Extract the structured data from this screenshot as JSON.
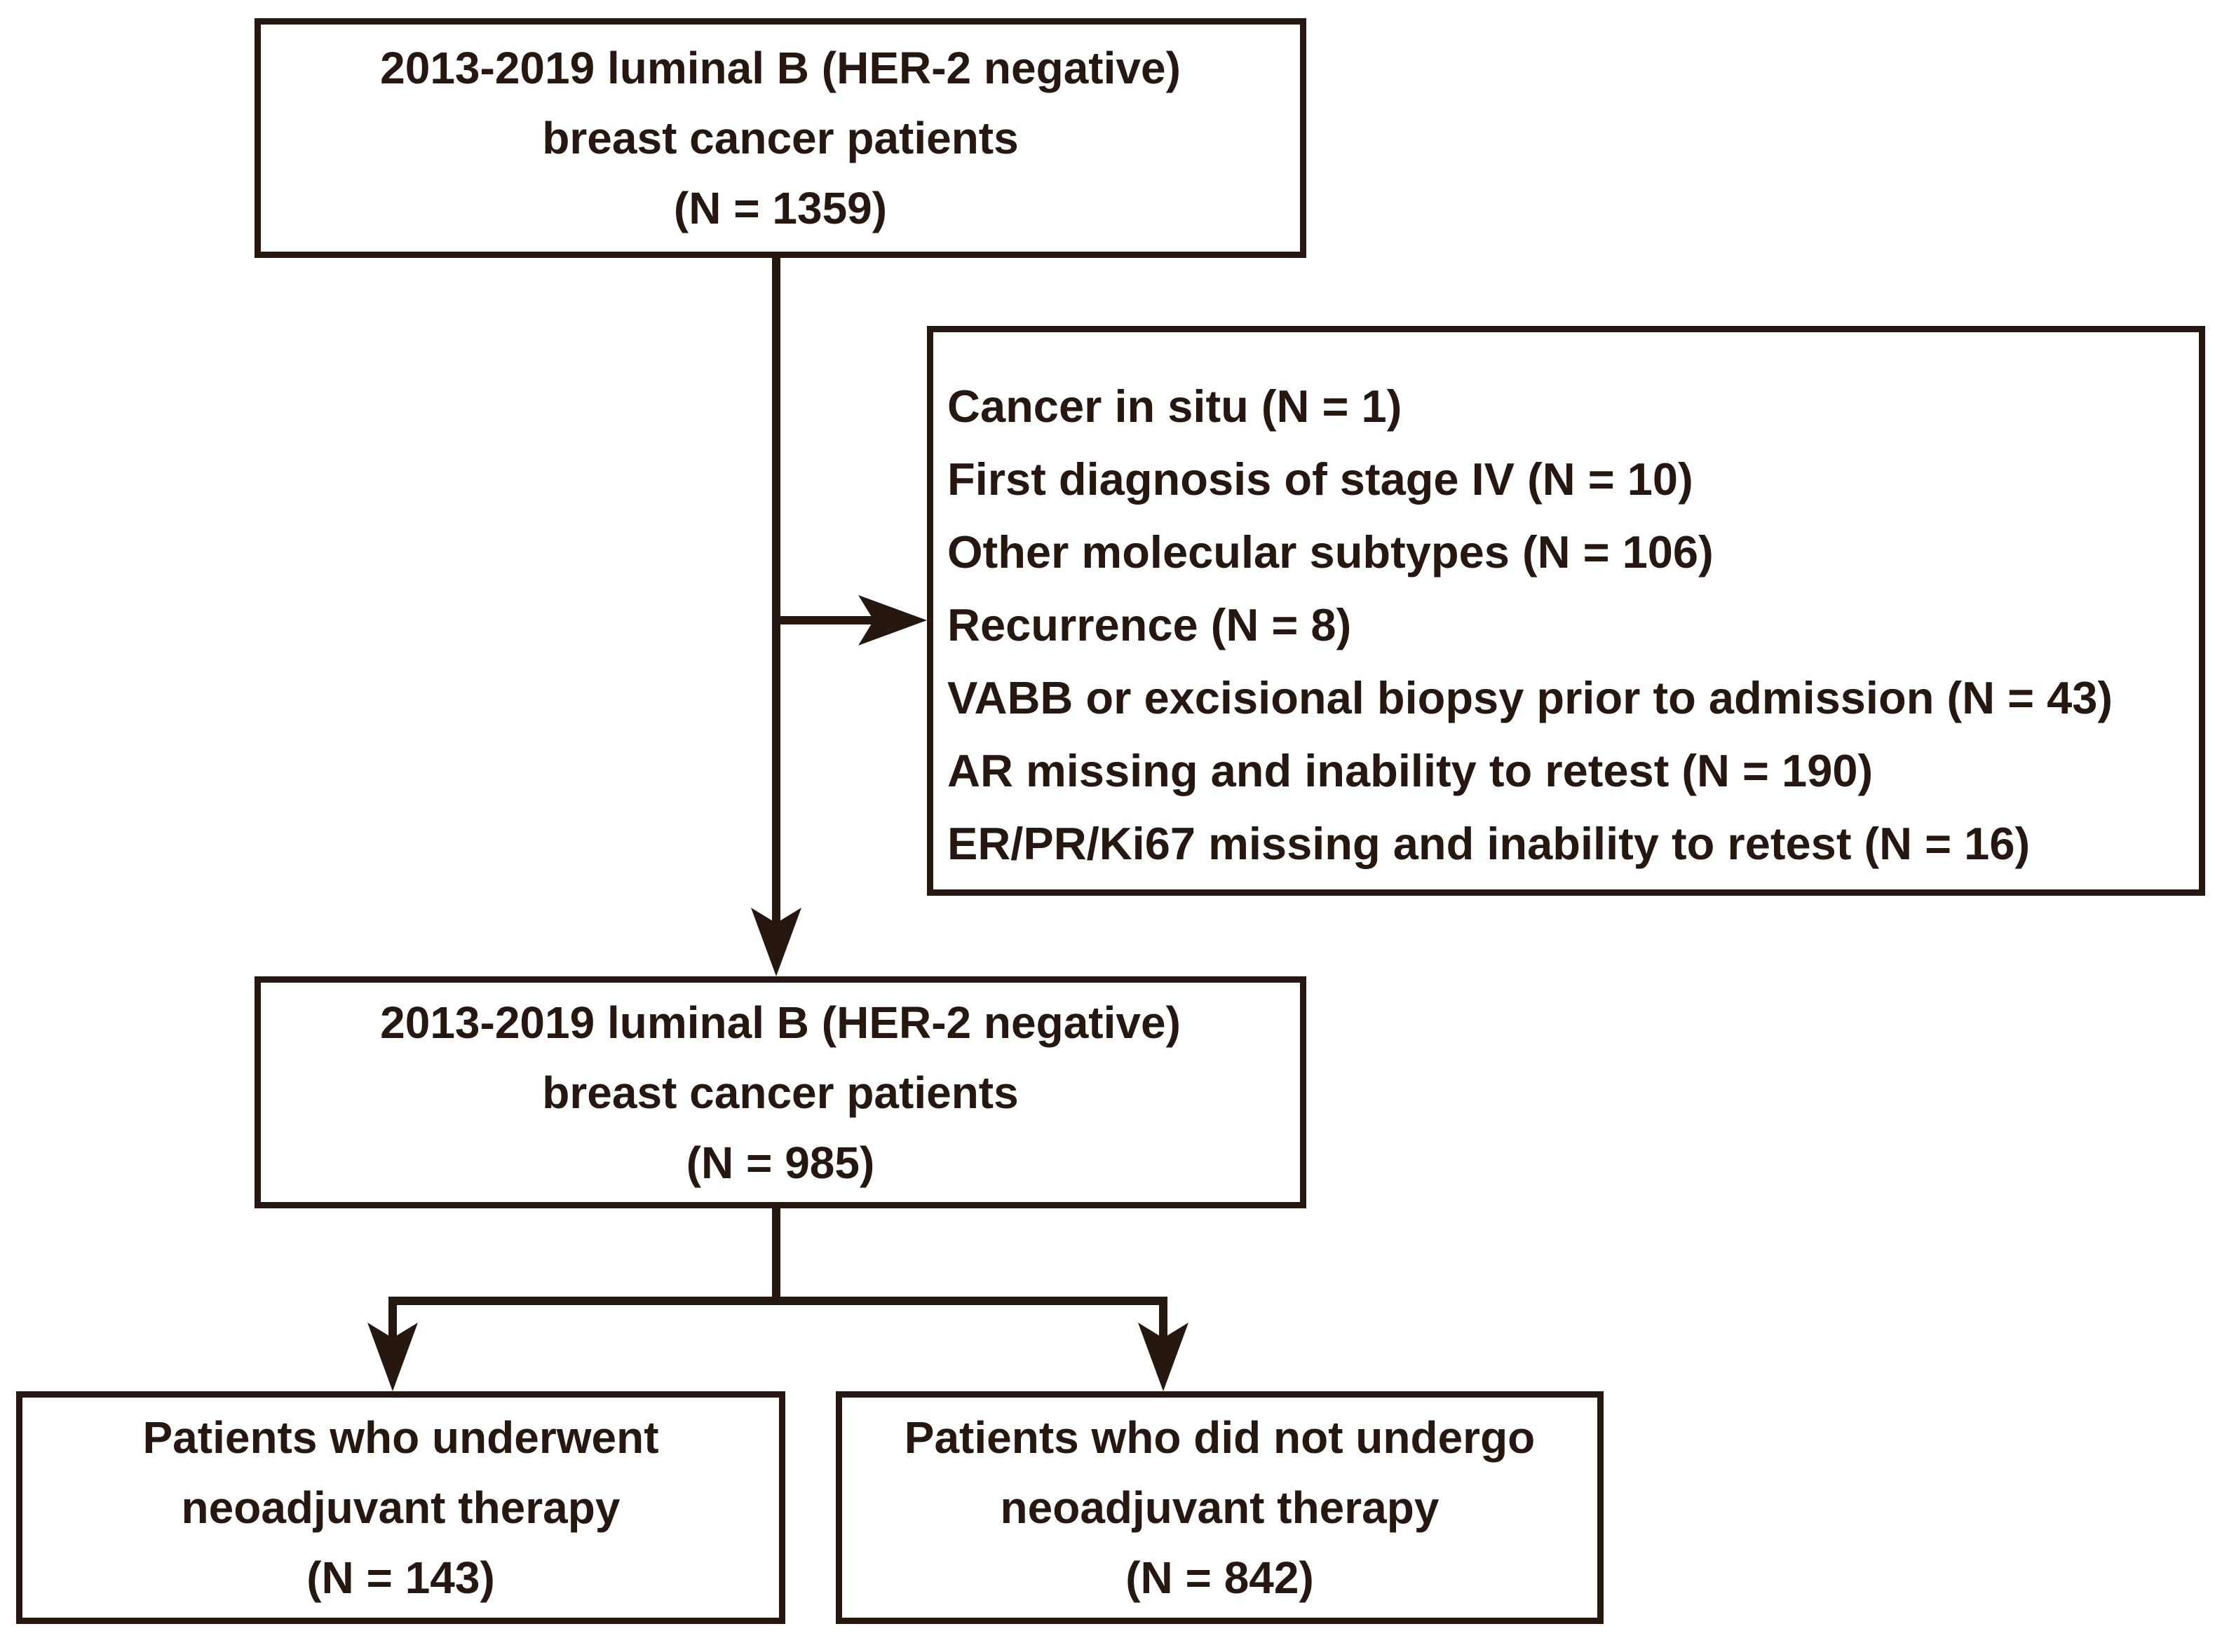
{
  "colors": {
    "line": "#261711",
    "text": "#261711",
    "background": "#ffffff"
  },
  "boxes": {
    "initial": {
      "lines": [
        "2013-2019 luminal B (HER-2 negative)",
        "breast cancer patients",
        "(N = 1359)"
      ]
    },
    "exclusions": {
      "lines": [
        "Cancer in situ (N = 1)",
        "First diagnosis of stage IV (N = 10)",
        "Other molecular subtypes (N = 106)",
        "Recurrence (N = 8)",
        "VABB or excisional biopsy prior to admission (N = 43)",
        "AR missing and inability to retest (N = 190)",
        "ER/PR/Ki67 missing and inability to retest (N = 16)"
      ]
    },
    "included": {
      "lines": [
        "2013-2019 luminal B (HER-2 negative)",
        "breast cancer patients",
        "(N = 985)"
      ]
    },
    "neoadjuvant": {
      "lines": [
        "Patients who underwent",
        "neoadjuvant therapy",
        "(N = 143)"
      ]
    },
    "non_neoadjuvant": {
      "lines": [
        "Patients who did not undergo",
        "neoadjuvant therapy",
        "(N = 842)"
      ]
    }
  }
}
